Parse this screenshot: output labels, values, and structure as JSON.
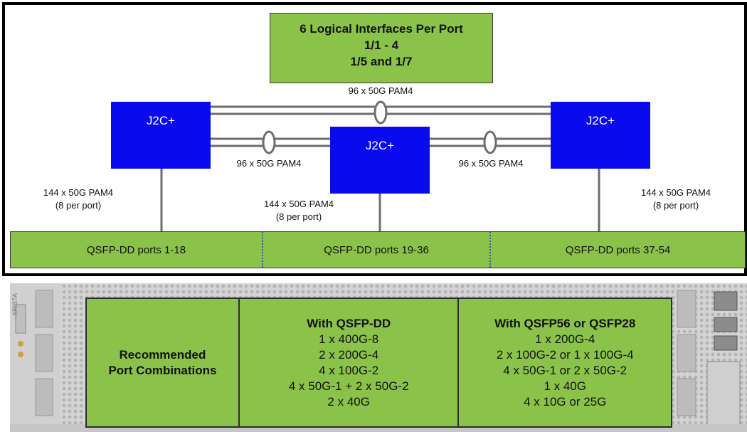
{
  "title": {
    "line1": "6 Logical Interfaces Per Port",
    "line2": "1/1 - 4",
    "line3": "1/5 and 1/7"
  },
  "chips": {
    "left": "J2C+",
    "center": "J2C+",
    "right": "J2C+"
  },
  "links": {
    "top": "96 x 50G PAM4",
    "left_mid": "96 x 50G PAM4",
    "right_mid": "96 x 50G PAM4"
  },
  "downlinks": {
    "left": {
      "main": "144 x 50G PAM4",
      "sub": "(8 per port)"
    },
    "center": {
      "main": "144 x 50G PAM4",
      "sub": "(8 per port)"
    },
    "right": {
      "main": "144 x 50G PAM4",
      "sub": "(8 per port)"
    }
  },
  "ports": [
    "QSFP-DD ports 1-18",
    "QSFP-DD ports 19-36",
    "QSFP-DD ports 37-54"
  ],
  "hardware": {
    "brand": "ARISTA"
  },
  "combos": {
    "label_line1": "Recommended",
    "label_line2": "Port Combinations",
    "qsfpdd": {
      "heading": "With QSFP-DD",
      "items": [
        "1 x 400G-8",
        "2 x 200G-4",
        "4 x 100G-2",
        "4 x 50G-1 + 2 x 50G-2",
        "2 x 40G"
      ]
    },
    "qsfp56": {
      "heading": "With QSFP56 or QSFP28",
      "items": [
        "1 x 200G-4",
        "2 x 100G-2 or 1 x 100G-4",
        "4 x 50G-1 or 2 x 50G-2",
        "1 x 40G",
        "4 x 10G or 25G"
      ]
    }
  }
}
